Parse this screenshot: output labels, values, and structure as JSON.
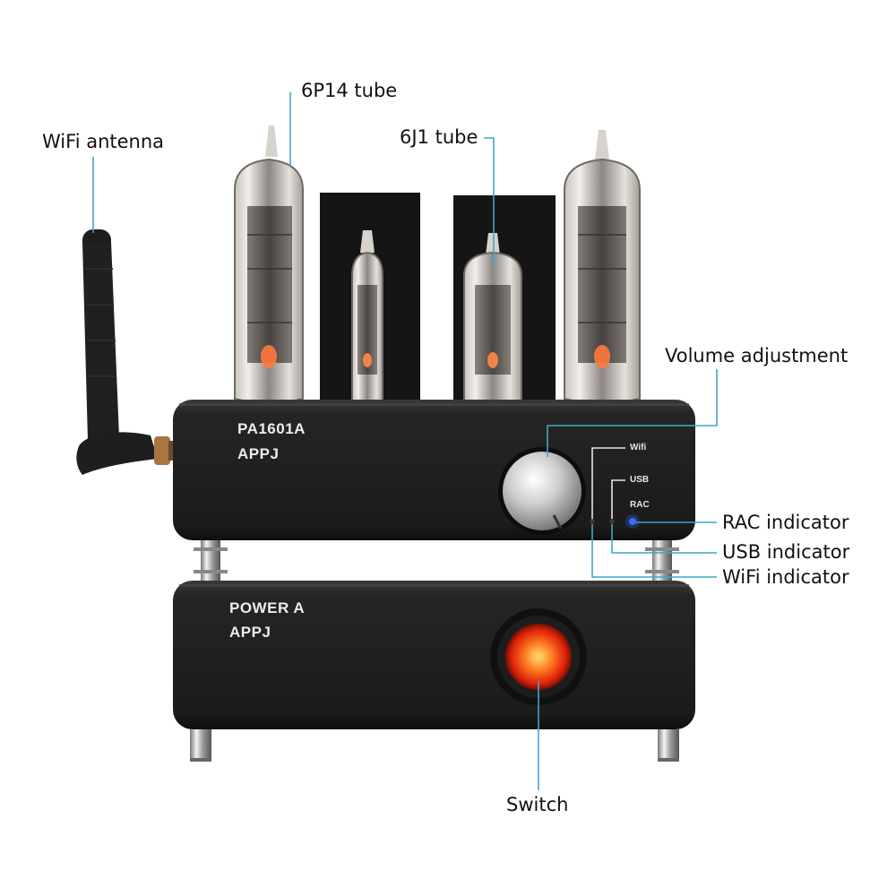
{
  "device": {
    "amp_model": "PA1601A",
    "amp_brand": "APPJ",
    "power_model": "POWER A",
    "power_brand": "APPJ",
    "indicator_labels": {
      "wifi": "Wifi",
      "usb": "USB",
      "rac": "RAC"
    }
  },
  "callouts": {
    "wifi_antenna": "WiFi antenna",
    "tube_6p14": "6P14 tube",
    "tube_6j1": "6J1 tube",
    "volume": "Volume adjustment",
    "rac_indicator": "RAC indicator",
    "usb_indicator": "USB indicator",
    "wifi_indicator": "WiFi indicator",
    "switch": "Switch"
  },
  "colors": {
    "callout_line": "#3fa7c9",
    "chassis": "#1f1f1f",
    "switch_glow": "#ff5a1a",
    "rac_led": "#3a6bff"
  }
}
